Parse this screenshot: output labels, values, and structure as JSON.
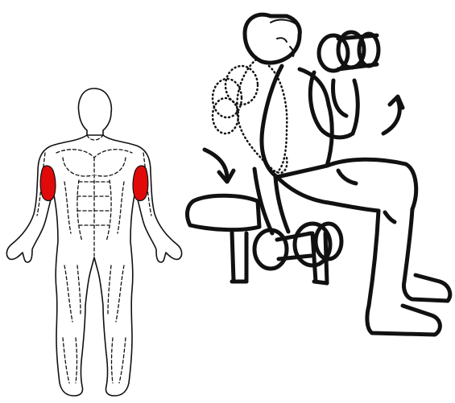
{
  "illustration": {
    "exercise_name": "",
    "highlight_color": "#e10a0a",
    "ink_color": "#111111",
    "background_color": "#ffffff",
    "target_muscle_group": "biceps",
    "motion_arrows": [
      "curved-down-arrow",
      "curved-up-arrow"
    ]
  }
}
